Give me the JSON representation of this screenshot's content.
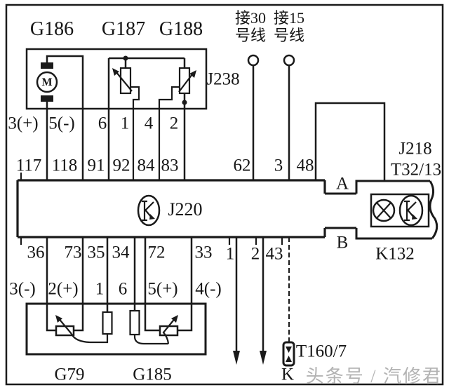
{
  "components": {
    "g186": "G186",
    "g187": "G187",
    "g188": "G188",
    "j238": "J238",
    "j220": "J220",
    "j218": "J218",
    "j218_connector": "T32/13",
    "k132": "K132",
    "g79": "G79",
    "g185": "G185",
    "t160": "T160/7",
    "k_wire": "K",
    "motor_letter": "M"
  },
  "terminals": {
    "t30_line1": "接30",
    "t30_line2": "号线",
    "t15_line1": "接15",
    "t15_line2": "号线"
  },
  "j238_pins": [
    "3(+)",
    "5(-)",
    "6",
    "1",
    "4",
    "2"
  ],
  "j220_top_pins": [
    "117",
    "118",
    "91",
    "92",
    "84",
    "83",
    "62",
    "3",
    "48"
  ],
  "j220_bottom_pins": [
    "36",
    "73",
    "35",
    "34",
    "72",
    "33",
    "1",
    "2",
    "43"
  ],
  "stub_labels": {
    "a": "A",
    "b": "B"
  },
  "sensor_pins": [
    "3(-)",
    "2(+)",
    "1",
    "6",
    "5(+)",
    "4(-)"
  ],
  "watermark": "头条号 / 汽修君",
  "colors": {
    "line": "#1a1a1a",
    "background": "#ffffff",
    "watermark": "#b3b3b3"
  }
}
